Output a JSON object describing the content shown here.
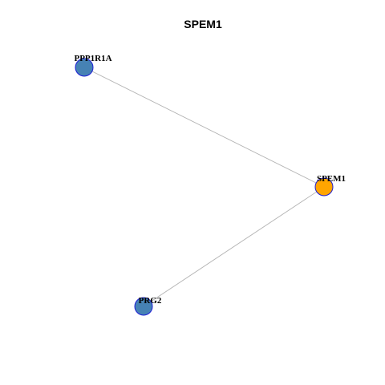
{
  "title": "SPEM1",
  "colors": {
    "edge": "#b3b3b3",
    "center_node_fill": "#ffa500",
    "neighbor_node_fill": "#4682b4",
    "node_border": "#1c1cd6"
  },
  "nodes": [
    {
      "id": "SPEM1",
      "label": "SPEM1",
      "role": "center"
    },
    {
      "id": "PPP1R1A",
      "label": "PPP1R1A",
      "role": "neighbor"
    },
    {
      "id": "PRG2",
      "label": "PRG2",
      "role": "neighbor"
    }
  ],
  "edges": [
    {
      "source": "PPP1R1A",
      "target": "SPEM1"
    },
    {
      "source": "PRG2",
      "target": "SPEM1"
    }
  ]
}
